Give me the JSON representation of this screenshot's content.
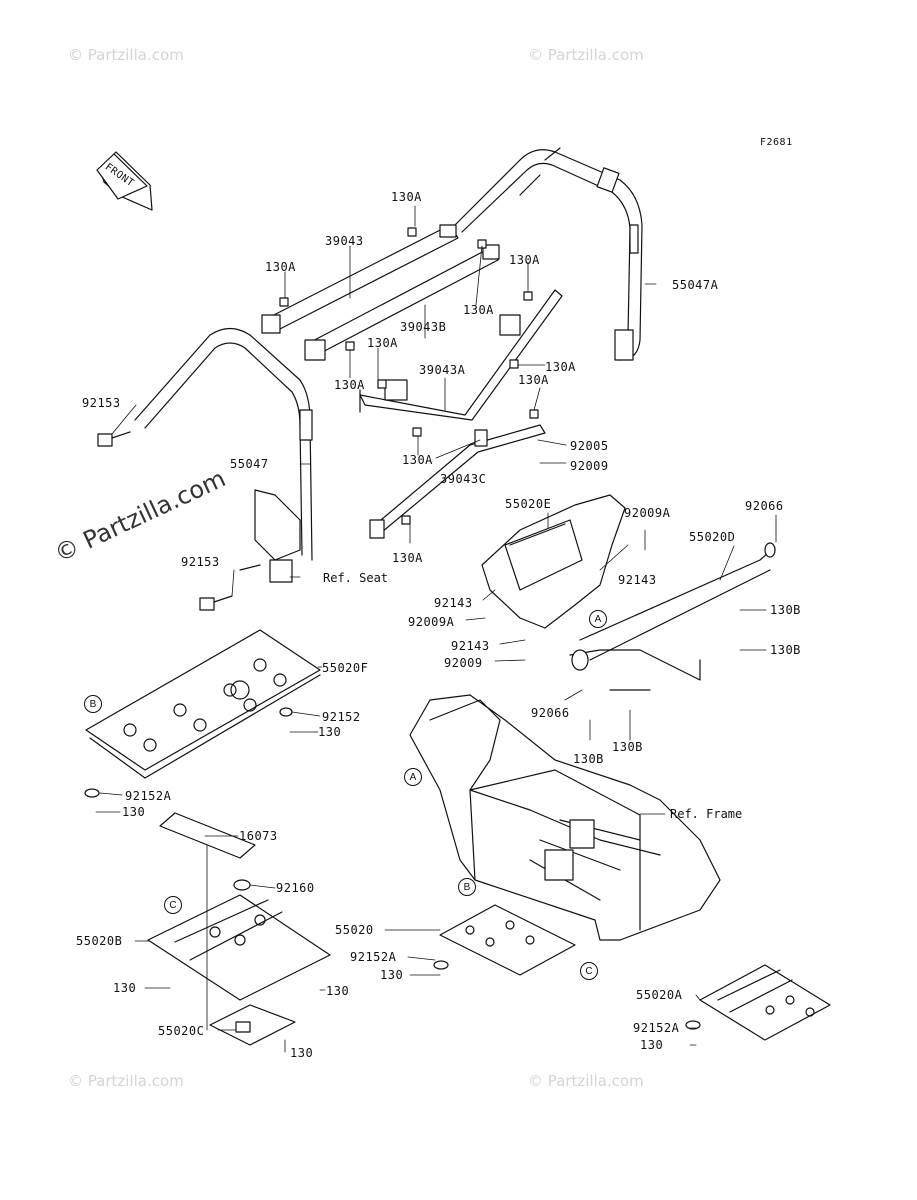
{
  "figure_code": "F2681",
  "front_label": "FRONT",
  "watermarks": {
    "small": "© Partzilla.com",
    "big": "© Partzilla.com"
  },
  "callouts": {
    "a": "A",
    "b": "B",
    "c": "C"
  },
  "refs": {
    "seat": "Ref. Seat",
    "frame": "Ref. Frame"
  },
  "labels": {
    "p130A_1": "130A",
    "p39043": "39043",
    "p130A_2": "130A",
    "p130A_3": "130A",
    "p130A_4": "130A",
    "p39043B": "39043B",
    "p55047A": "55047A",
    "p130A_5": "130A",
    "p130A_6": "130A",
    "p39043A": "39043A",
    "p130A_7": "130A",
    "p130A_8": "130A",
    "p92153_1": "92153",
    "p130A_9": "130A",
    "p92005": "92005",
    "p92009_1": "92009",
    "p55047": "55047",
    "p39043C": "39043C",
    "p55020E": "55020E",
    "p92009A_1": "92009A",
    "p92066_1": "92066",
    "p130A_10": "130A",
    "p55020D": "55020D",
    "p92153_2": "92153",
    "p92143_1": "92143",
    "p92143_2": "92143",
    "p130B_1": "130B",
    "p92009A_2": "92009A",
    "p92143_3": "92143",
    "p130B_2": "130B",
    "p92009_2": "92009",
    "p55020F": "55020F",
    "p92152": "92152",
    "p130_1": "130",
    "p92066_2": "92066",
    "p130B_3": "130B",
    "p130B_4": "130B",
    "p92152A_1": "92152A",
    "p130_2": "130",
    "p16073": "16073",
    "p92160": "92160",
    "p55020B": "55020B",
    "p55020": "55020",
    "p92152A_2": "92152A",
    "p130_3": "130",
    "p130_4": "130",
    "p130_5": "130",
    "p55020A": "55020A",
    "p55020C": "55020C",
    "p130_6": "130",
    "p92152A_3": "92152A",
    "p130_7": "130"
  }
}
